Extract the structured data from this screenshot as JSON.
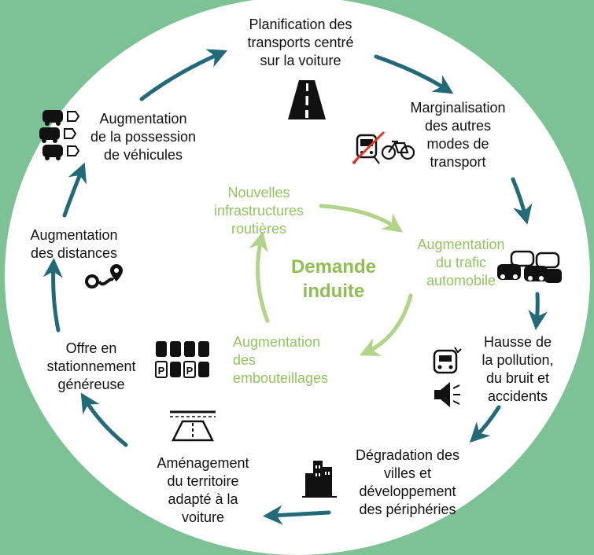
{
  "diagram": {
    "center_label": "Demande\ninduite",
    "outer_cycle": [
      {
        "id": "planification",
        "text": "Planification des\ntransports centré\nsur la voiture",
        "icon": "highway-icon"
      },
      {
        "id": "marginalisation",
        "text": "Marginalisation\ndes autres\nmodes de\ntransport",
        "icon": "no-train-bike-icon"
      },
      {
        "id": "hausse",
        "text": "Hausse de\nla pollution,\ndu bruit et\naccidents",
        "icon": "accident-noise-icon"
      },
      {
        "id": "degradation",
        "text": "Dégradation des\nvilles et\ndéveloppement\ndes périphéries",
        "icon": "city-icon"
      },
      {
        "id": "amenagement",
        "text": "Aménagement\ndu territoire\nadapté à la\nvoiture",
        "icon": "road-icon"
      },
      {
        "id": "offre",
        "text": "Offre en\nstationnement\ngénéreuse",
        "icon": "parking-icon"
      },
      {
        "id": "distances",
        "text": "Augmentation\ndes distances",
        "icon": "route-icon"
      },
      {
        "id": "possession",
        "text": "Augmentation\nde la possession\nde véhicules",
        "icon": "car-ownership-icon"
      }
    ],
    "inner_cycle": [
      {
        "id": "nouvelles",
        "text": "Nouvelles\ninfrastructures\nroutières"
      },
      {
        "id": "trafic",
        "text": "Augmentation\ndu trafic\nautomobile",
        "icon": "traffic-jam-icon"
      },
      {
        "id": "embouteillages",
        "text": "Augmentation\ndes\nembouteillages"
      }
    ],
    "colors": {
      "background": "#7cc295",
      "circle": "#ffffff",
      "outer_arrow": "#236a78",
      "inner_arrow": "#b2d489",
      "inner_text": "#94c460",
      "center_text": "#8dbf52",
      "text": "#111111"
    }
  }
}
